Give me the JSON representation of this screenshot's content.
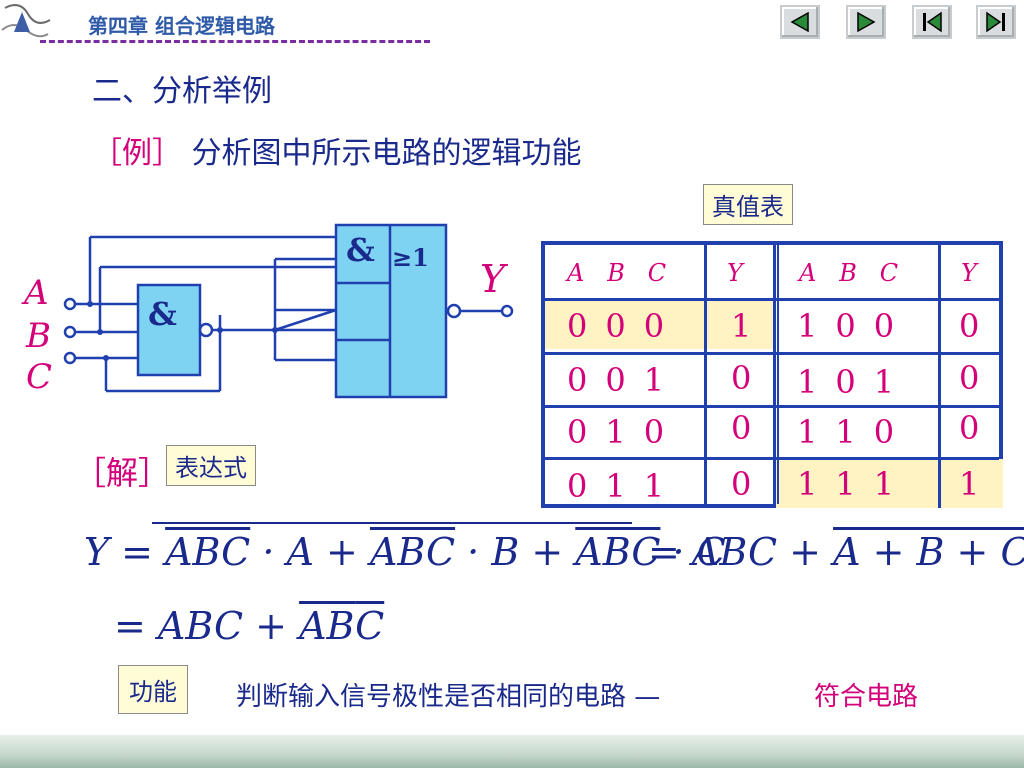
{
  "header": {
    "chapter_title": "第四章  组合逻辑电路",
    "nav_icons": [
      "prev-icon",
      "next-icon",
      "first-icon",
      "last-icon"
    ]
  },
  "section_title": "二、分析举例",
  "example": {
    "tag": "［例］",
    "text": "分析图中所示电路的逻辑功能"
  },
  "circuit": {
    "inputs": [
      "A",
      "B",
      "C"
    ],
    "output": "Y",
    "and_gate_label": "&",
    "andor_and_label": "&",
    "andor_or_label": "≥1"
  },
  "truth_table": {
    "label": "真值表",
    "headers": [
      "A   B   C",
      "Y",
      "A   B   C",
      "Y"
    ],
    "rows": [
      [
        "000",
        "1",
        "100",
        "0"
      ],
      [
        "001",
        "0",
        "101",
        "0"
      ],
      [
        "010",
        "0",
        "110",
        "0"
      ],
      [
        "011",
        "0",
        "111",
        "1"
      ]
    ]
  },
  "solution": {
    "tag": "［解］",
    "expression_label": "表达式"
  },
  "formulas": {
    "line1_lhs": "Y = ",
    "term1": "ABC",
    "op1": " · A + ",
    "term2": "ABC",
    "op2": " · B + ",
    "term3": "ABC",
    "op3": " · C",
    "line1_rhs_eq": "= ABC + ",
    "line1_rhs_sum": "A + B + C",
    "line2_eq": "= ABC + ",
    "line2_a": "A",
    "line2_b": "B",
    "line2_c": "C"
  },
  "function": {
    "label": "功能",
    "description": "判断输入信号极性是否相同的电路 —",
    "name": "符合电路"
  },
  "colors": {
    "blue": "#1a2a8c",
    "magenta": "#d4007a",
    "table_border": "#2040b0",
    "label_bg": "#fffcd6"
  }
}
